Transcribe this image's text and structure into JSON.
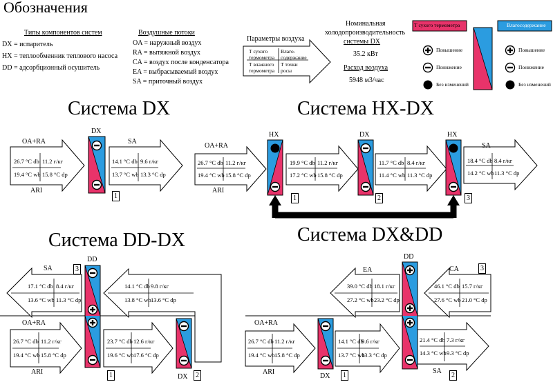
{
  "legend": {
    "title": "Обозначения",
    "components": {
      "heading": "Типы компонентов систем",
      "items": [
        "DX = испаритель",
        "HX = теплообменник теплового насоса",
        "DD = адсорбционный осушитель"
      ]
    },
    "airflows": {
      "heading": "Воздушные потоки",
      "items": [
        "OA = наружный воздух",
        "RA = вытяжной воздух",
        "CA = воздух после конденсатора",
        "EA = выбрасываемый воздух",
        "SA = приточный воздух"
      ]
    },
    "params": {
      "label": "Параметры воздуха",
      "cells": [
        "Т сухого термометра",
        "Влаго-содержание",
        "Т влажного термометра",
        "Т точки росы"
      ]
    },
    "capacity": {
      "label_lines": [
        "Номинальная",
        "холодопроизводительность",
        "системы DX"
      ],
      "value": "35.2 кВт",
      "flow_label": "Расход воздуха",
      "flow_value": "5948 м3/час"
    },
    "dry_bulb_bar": "Т сухого термометра",
    "moisture_bar": "Влагосодержание",
    "symbols": [
      "Повышение",
      "Понижение",
      "Без изменений"
    ],
    "colors": {
      "pink": "#e8336a",
      "blue": "#2b9ce0"
    }
  },
  "system_dx": {
    "title": "Система DX",
    "inlet": {
      "label": "OA+RA",
      "db": "26.7 °C db",
      "hum": "11.2 г/кг",
      "wb": "19.4 °C wb",
      "dp": "15.8 °C dp",
      "bottom": "ARI"
    },
    "component": "DX",
    "outlet": {
      "label": "SA",
      "db": "14.1 °C db",
      "hum": "9.6 г/кг",
      "wb": "13.7 °C wb",
      "dp": "13.3 °C dp",
      "num": "1"
    }
  },
  "system_hxdx": {
    "title": "Система HX-DX",
    "inlet": {
      "label": "OA+RA",
      "db": "26.7 °C db",
      "hum": "11.2 г/кг",
      "wb": "19.4 °C wb",
      "dp": "15.8 °C dp",
      "bottom": "ARI"
    },
    "hx": "HX",
    "dx": "DX",
    "s1": {
      "db": "19.9 °C db",
      "hum": "11.2 г/кг",
      "wb": "17.2 °C wb",
      "dp": "15.8 °C dp",
      "num": "1"
    },
    "s2": {
      "db": "11.7 °C db",
      "hum": "8.4 г/кг",
      "wb": "11.4 °C wb",
      "dp": "11.3 °C dp",
      "num": "2"
    },
    "out": {
      "label": "SA",
      "db": "18.4 °C db",
      "hum": "8.4 г/кг",
      "wb": "14.2 °C wb",
      "dp": "11.3 °C dp",
      "num": "3"
    }
  },
  "system_dddx": {
    "title": "Система DD-DX",
    "dd": "DD",
    "dx": "DX",
    "sa": {
      "label": "SA",
      "db": "17.1 °C db",
      "hum": "8.4 г/кг",
      "wb": "13.6 °C wb",
      "dp": "11.3 °C dp",
      "num": "3"
    },
    "ret": {
      "db": "14.1 °C db",
      "hum": "9.8 г/кг",
      "wb": "13.8 °C wb",
      "dp": "13.6 °C dp"
    },
    "inlet": {
      "label": "OA+RA",
      "db": "26.7 °C db",
      "hum": "11.2 г/кг",
      "wb": "19.4 °C wb",
      "dp": "15.8 °C dp",
      "bottom": "ARI",
      "num": "1"
    },
    "mid": {
      "db": "23.7 °C db",
      "hum": "12.6 г/кг",
      "wb": "19.6 °C wb",
      "dp": "17.6 °C dp",
      "num": "2"
    }
  },
  "system_dxdd": {
    "title": "Система DX&DD",
    "dd": "DD",
    "dx": "DX",
    "ea": {
      "label": "EA",
      "db": "39.0 °C db",
      "hum": "18.1 г/кг",
      "wb": "27.2 °C wb",
      "dp": "23.2 °C dp"
    },
    "ca": {
      "label": "CA",
      "db": "46.1 °C db",
      "hum": "15.7 г/кг",
      "wb": "27.6 °C wb",
      "dp": "21.0 °C dp",
      "num": "3"
    },
    "inlet": {
      "label": "OA+RA",
      "db": "26.7 °C db",
      "hum": "11.2 г/кг",
      "wb": "19.4 °C wb",
      "dp": "15.8 °C dp",
      "bottom": "ARI"
    },
    "mid": {
      "db": "14.1 °C db",
      "hum": "9.6 г/кг",
      "wb": "13.7 °C wb",
      "dp": "13.3 °C dp",
      "num": "1"
    },
    "sa": {
      "label": "SA",
      "db": "21.4 °C db",
      "hum": "7.3 г/кг",
      "wb": "14.3 °C wb",
      "dp": "9.3 °C dp",
      "num": "2"
    }
  }
}
